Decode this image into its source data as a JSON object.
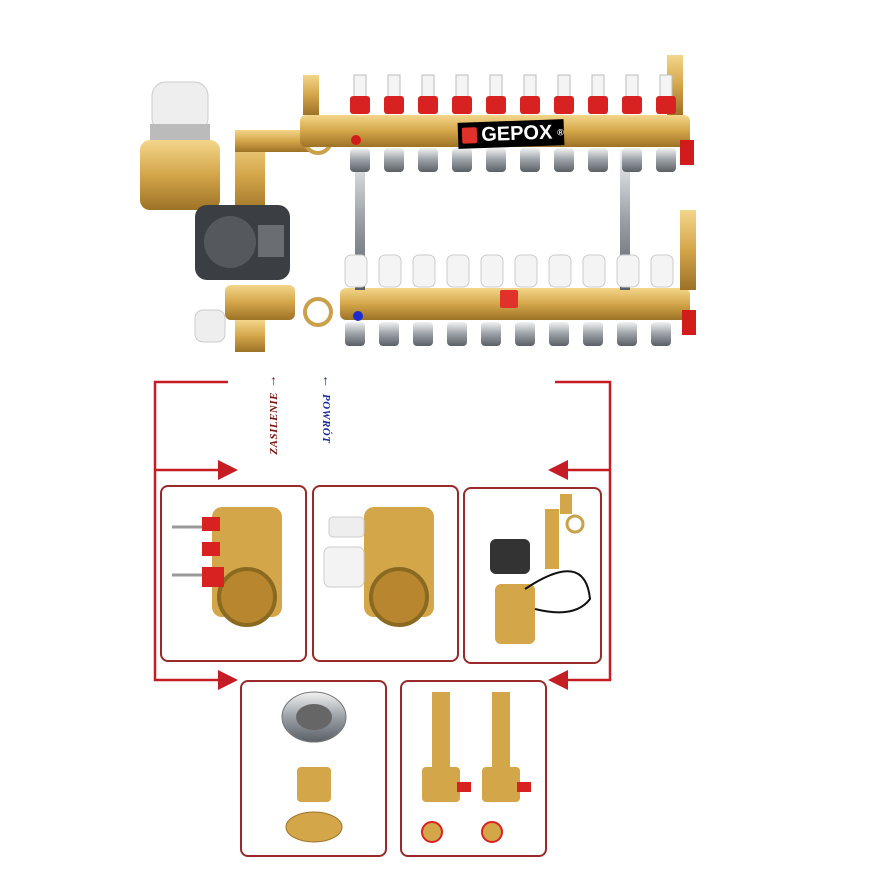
{
  "brand": {
    "name": "GEPOX",
    "registered": "®"
  },
  "labels": {
    "supply": "ZASILENIE",
    "return": "POWRÓT"
  },
  "colors": {
    "line": "#c41e24",
    "box_border": "#9a2a2a",
    "supply_arrow": "#7a1010",
    "return_arrow": "#1a2a9a",
    "brass": "#d4a64a"
  },
  "panels": [
    {
      "name": "supply-manifold-end-detail"
    },
    {
      "name": "return-manifold-end-detail"
    },
    {
      "name": "pump-mixing-group-detail"
    },
    {
      "name": "pipe-compression-fitting-detail"
    },
    {
      "name": "drain-vent-valve-detail"
    }
  ]
}
